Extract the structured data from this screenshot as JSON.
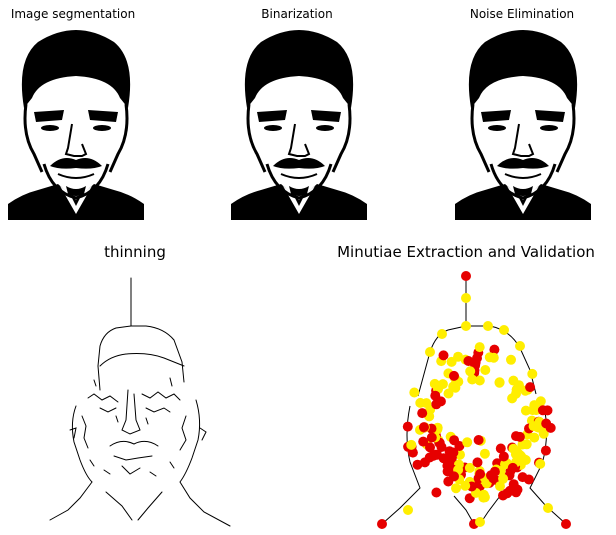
{
  "panels": [
    {
      "title": "Image segmentation",
      "image": "binary-face-photo"
    },
    {
      "title": "Binarization",
      "image": "binary-face-photo"
    },
    {
      "title": "Noise Elimination",
      "image": "binary-face-photo"
    },
    {
      "title": "thinning",
      "image": "thinned-face-line-drawing"
    },
    {
      "title": "Minutiae Extraction and Validation",
      "image": "face-skeleton-with-minutiae"
    }
  ],
  "colors": {
    "ink": "#000000",
    "minutia_red": "#e60000",
    "minutia_yellow": "#ffee00",
    "background": "#ffffff"
  }
}
